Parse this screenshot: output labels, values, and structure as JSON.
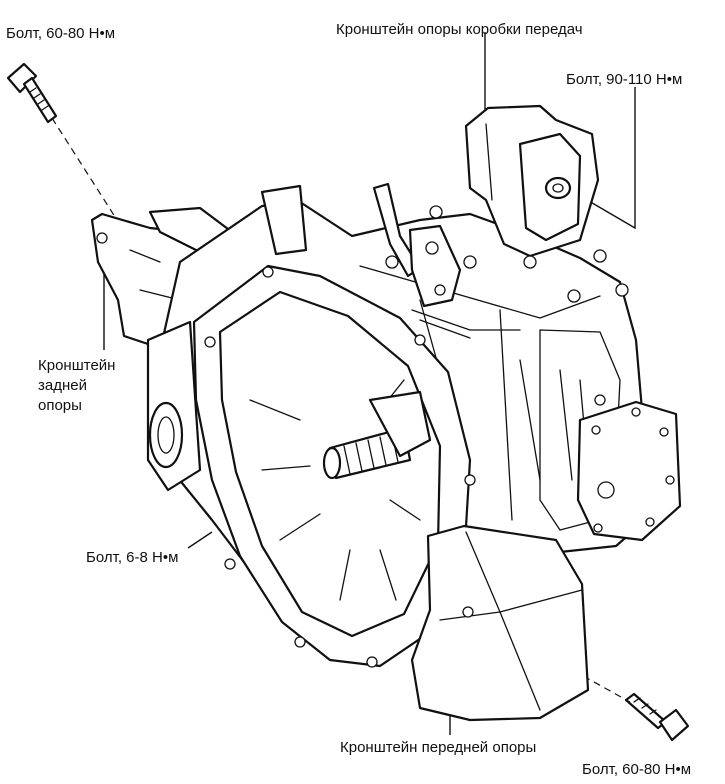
{
  "labels": {
    "bolt_top_left": "Болт, 60-80 Н•м",
    "bracket_gearbox": "Кронштейн опоры коробки передач",
    "bolt_top_right": "Болт, 90-110 Н•м",
    "rear_bracket_line1": "Кронштейн",
    "rear_bracket_line2": "задней",
    "rear_bracket_line3": "опоры",
    "bolt_middle": "Болт, 6-8 Н•м",
    "front_bracket": "Кронштейн передней опоры",
    "bolt_bottom_right": "Болт, 60-80 Н•м"
  }
}
